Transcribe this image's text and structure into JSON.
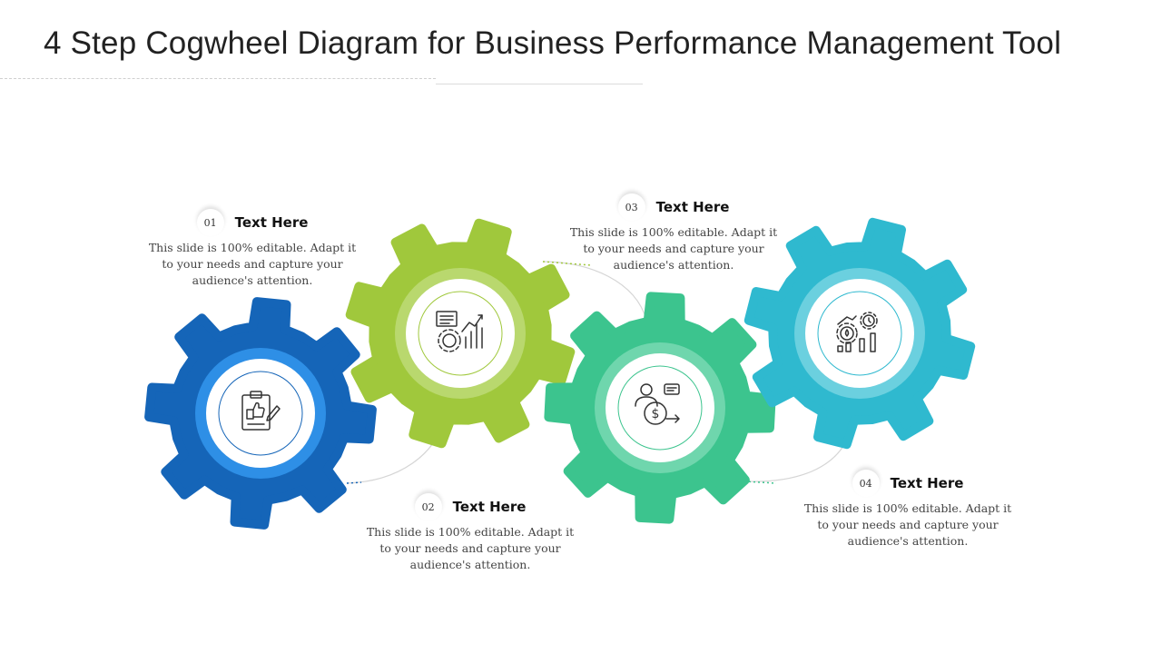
{
  "title": "4 Step Cogwheel Diagram for Business Performance Management Tool",
  "colors": {
    "gear_1": "#1565b8",
    "gear_1_ring": "#2e8fe6",
    "gear_2": "#a0c83c",
    "gear_2_ring": "#b9d86e",
    "gear_3": "#3cc48e",
    "gear_3_ring": "#6fd6ad",
    "gear_4": "#2fb9cf",
    "gear_4_ring": "#6bd0df"
  },
  "steps": [
    {
      "number": "01",
      "title": "Text Here",
      "description": "This slide is 100% editable. Adapt it to your needs and capture your audience's attention.",
      "icon": "clipboard-thumbs-up-icon"
    },
    {
      "number": "02",
      "title": "Text Here",
      "description": "This slide is 100% editable. Adapt it to your needs and capture your audience's attention.",
      "icon": "gear-growth-chart-icon"
    },
    {
      "number": "03",
      "title": "Text Here",
      "description": "This slide is 100% editable. Adapt it to your needs and capture your audience's attention.",
      "icon": "businessman-dollar-icon"
    },
    {
      "number": "04",
      "title": "Text Here",
      "description": "This slide is 100% editable. Adapt it to your needs and capture your audience's attention.",
      "icon": "gears-bar-chart-icon"
    }
  ]
}
